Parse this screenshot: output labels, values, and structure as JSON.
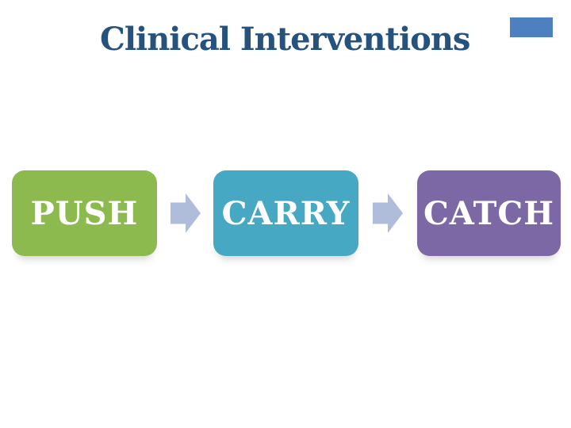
{
  "slide": {
    "title": "Clinical Interventions",
    "background_color": "#FFFFFF",
    "title_color": "#26527E",
    "accent_rectangle_color": "#4D80BE",
    "process": {
      "connector_icon": "right-arrow-icon",
      "connector_color": "#AFBCDA",
      "label_color": "#FFFFFF",
      "steps": [
        {
          "label": "PUSH",
          "color": "#8CBA4F"
        },
        {
          "label": "CARRY",
          "color": "#46A8C3"
        },
        {
          "label": "CATCH",
          "color": "#7C68A4"
        }
      ]
    }
  }
}
